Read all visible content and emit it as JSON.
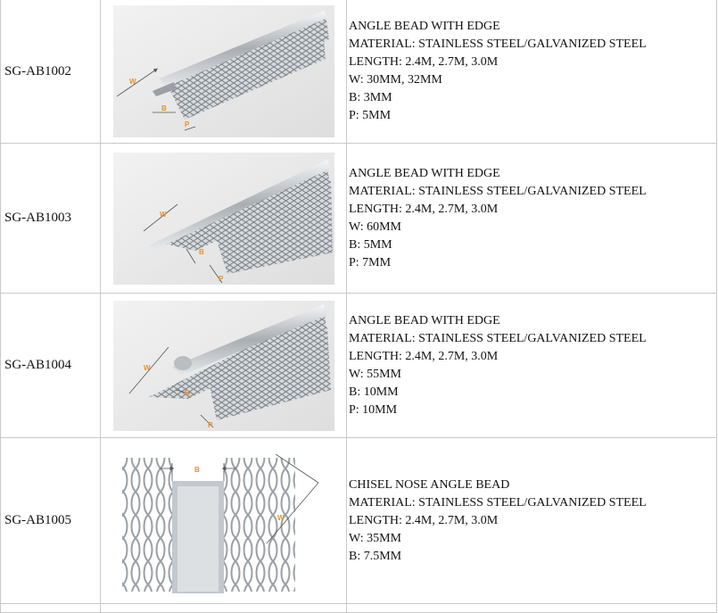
{
  "products": [
    {
      "code": "SG-AB1002",
      "specs": [
        "ANGLE BEAD WITH EDGE",
        "MATERIAL: STAINLESS STEEL/GALVANIZED STEEL",
        "LENGTH: 2.4M, 2.7M, 3.0M",
        "W: 30MM, 32MM",
        "B: 3MM",
        "P: 5MM"
      ],
      "image_labels": [
        "W",
        "B",
        "P"
      ]
    },
    {
      "code": "SG-AB1003",
      "specs": [
        "ANGLE BEAD WITH EDGE",
        "MATERIAL: STAINLESS STEEL/GALVANIZED STEEL",
        "LENGTH: 2.4M, 2.7M, 3.0M",
        "W: 60MM",
        "B: 5MM",
        "P: 7MM"
      ],
      "image_labels": [
        "W",
        "B",
        "P"
      ]
    },
    {
      "code": "SG-AB1004",
      "specs": [
        "ANGLE BEAD WITH EDGE",
        "MATERIAL: STAINLESS STEEL/GALVANIZED STEEL",
        "LENGTH: 2.4M, 2.7M, 3.0M",
        "W: 55MM",
        "B: 10MM",
        "P: 10MM"
      ],
      "image_labels": [
        "W",
        "B",
        "P"
      ]
    },
    {
      "code": "SG-AB1005",
      "specs": [
        "CHISEL NOSE ANGLE BEAD",
        "MATERIAL: STAINLESS STEEL/GALVANIZED STEEL",
        "LENGTH: 2.4M, 2.7M, 3.0M",
        "W: 35MM",
        "B: 7.5MM"
      ],
      "image_labels": [
        "B",
        "W"
      ]
    }
  ],
  "colors": {
    "border": "#c9c9c9",
    "dimension_label": "#e8902a",
    "photo_background": "#ececec",
    "metal_light": "#d4d8dc",
    "metal_dark": "#8a9096"
  }
}
